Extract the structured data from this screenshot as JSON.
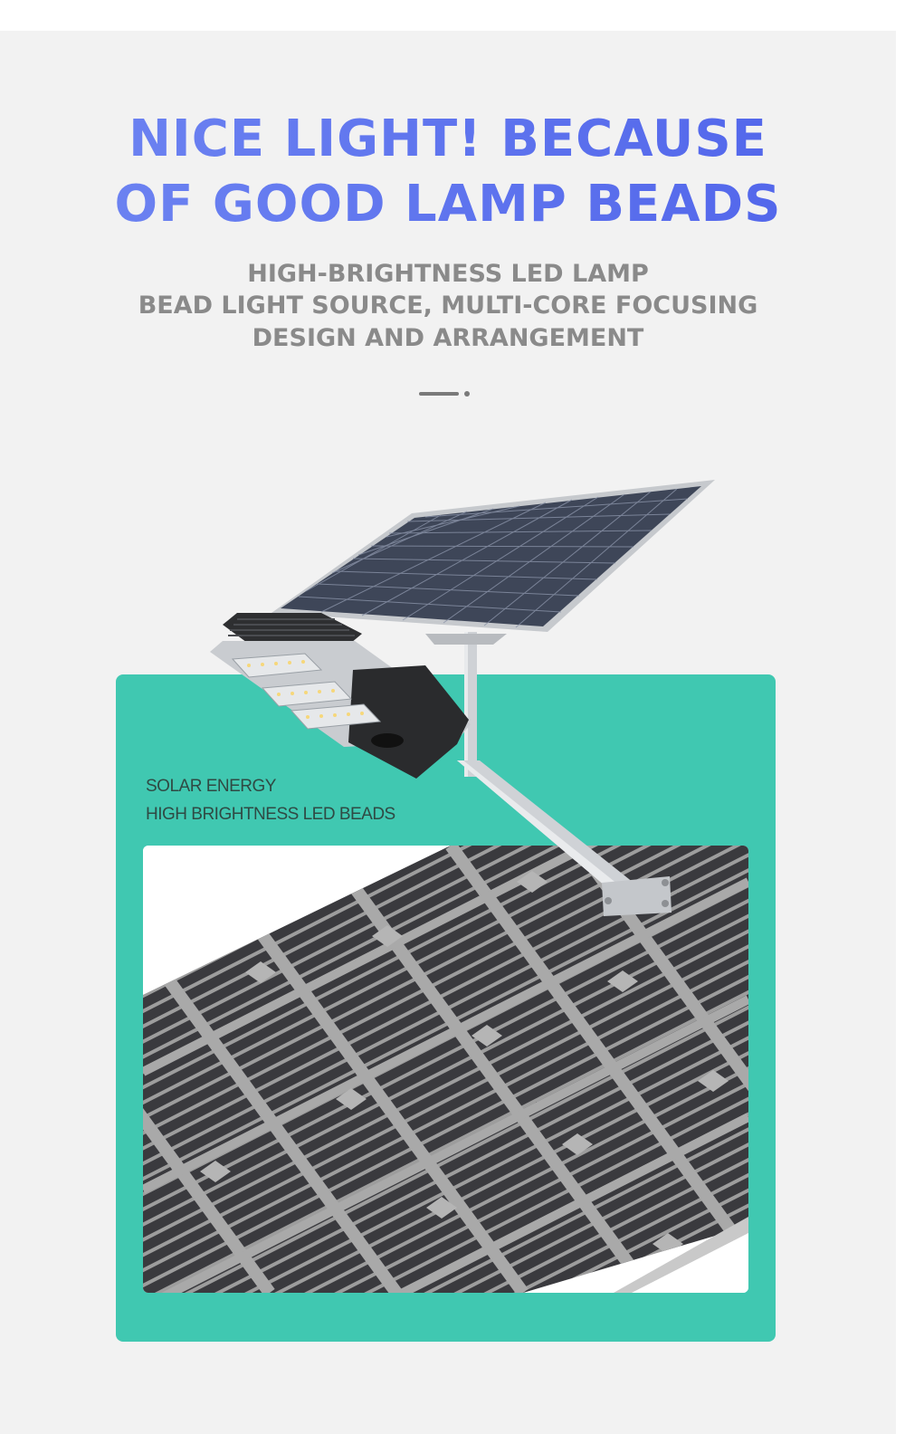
{
  "headline": {
    "line1": "NICE LIGHT! BECAUSE",
    "line2": "OF GOOD LAMP BEADS"
  },
  "subheading": {
    "line1": "HIGH-BRIGHTNESS LED LAMP",
    "line2": "BEAD LIGHT SOURCE, MULTI-CORE FOCUSING",
    "line3": "DESIGN AND ARRANGEMENT"
  },
  "card": {
    "label1": "SOLAR ENERGY",
    "label2": "HIGH BRIGHTNESS LED BEADS"
  },
  "colors": {
    "headline_gradient_start": "#6f86f2",
    "headline_gradient_end": "#4f63ea",
    "subheading": "#8a8a8a",
    "card_background": "#40c8b1",
    "page_background": "#f2f2f2",
    "solar_cell": "#3a3a3e",
    "cell_gap": "#a9a9a9"
  },
  "icons": {
    "product": "solar-street-light-image",
    "closeup": "solar-panel-closeup-image"
  }
}
